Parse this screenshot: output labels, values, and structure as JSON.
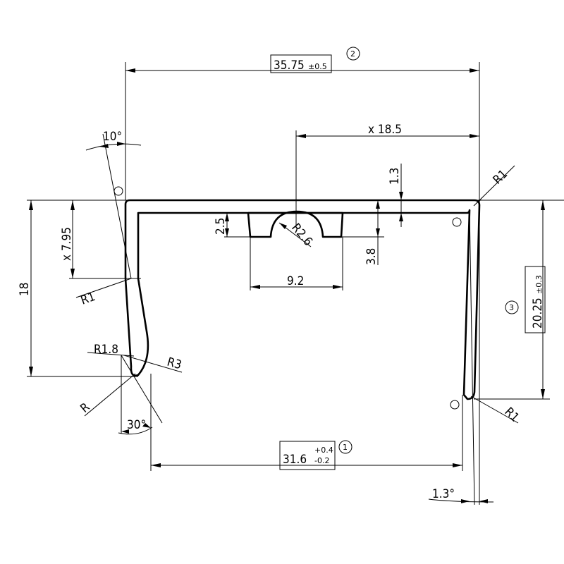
{
  "drawing": {
    "overall_width": {
      "value": "35.75",
      "tol": "±0.5",
      "balloon": "2"
    },
    "inner_width": {
      "value": "31.6",
      "tol_upper": "+0.4",
      "tol_lower": "-0.2",
      "balloon": "1"
    },
    "right_height": {
      "value": "20.25",
      "tol": "±0.3",
      "balloon": "3"
    },
    "notch_offset": "x 18.5",
    "wall_thickness": "1.3",
    "left_height": "18",
    "left_offset": "x 7.95",
    "notch_depth": "2.5",
    "notch_radius": "R2.6",
    "notch_floor": "3.8",
    "notch_width": "9.2",
    "left_angle": "10°",
    "right_angle": "1.3°",
    "bottom_angle": "30°",
    "radius_top_right": "R1",
    "radius_bottom_right": "R1",
    "radius_left_bend": "R1",
    "radius_tip_outer": "R1.8",
    "radius_tip_inner": "R3",
    "radius_tip": "R"
  }
}
